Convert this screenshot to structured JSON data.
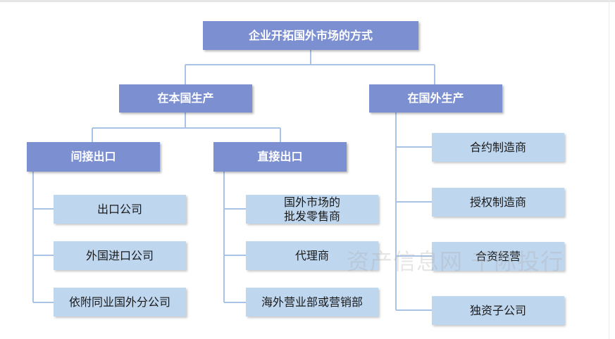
{
  "diagram": {
    "root": "企业开拓国外市场的方式",
    "domestic": {
      "label": "在本国生产",
      "indirect": {
        "label": "间接出口",
        "items": [
          "出口公司",
          "外国进口公司",
          "依附同业国外分公司"
        ]
      },
      "direct": {
        "label": "直接出口",
        "items": [
          "国外市场的\n批发零售商",
          "代理商",
          "海外营业部或营销部"
        ]
      }
    },
    "foreign": {
      "label": "在国外生产",
      "items": [
        "合约制造商",
        "授权制造商",
        "合资经营",
        "独资子公司"
      ]
    }
  },
  "watermark": "资产信息网 千际投行",
  "colors": {
    "dark_box": "#7c8fd1",
    "light_box": "#bfd6ef",
    "connector": "#a9c3e6"
  }
}
